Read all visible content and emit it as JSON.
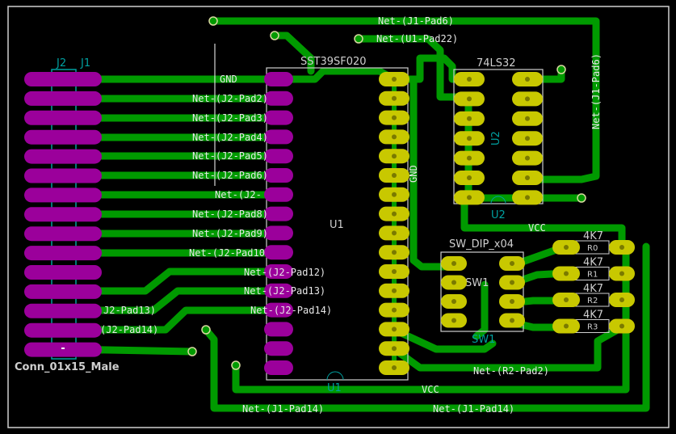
{
  "board": {
    "edge_color": "#d0d0d0",
    "background": "#000000"
  },
  "colors": {
    "trace": "#009a00",
    "pad_front": "#c8c800",
    "pad_back": "#9b009b",
    "silk_front": "#cfcfcf",
    "silk_back": "#00a0a0",
    "net_text": "#e8e8e8"
  },
  "components": {
    "j1": {
      "ref": "J1",
      "ref_back": "J2",
      "value": "Conn_01x15_Male"
    },
    "u1": {
      "value": "SST39SF020",
      "ref": "U1",
      "ref_silk": "U1"
    },
    "u2": {
      "value": "74LS32",
      "ref": "U2",
      "ref_silk": "U2"
    },
    "sw1": {
      "value": "SW_DIP_x04",
      "ref": "SW1",
      "ref_silk": "SW1"
    },
    "resistors": [
      {
        "ref": "R0",
        "value": "4K7"
      },
      {
        "ref": "R1",
        "value": "4K7"
      },
      {
        "ref": "R2",
        "value": "4K7"
      },
      {
        "ref": "R3",
        "value": "4K7"
      }
    ]
  },
  "net_labels": {
    "gnd": "GND",
    "pad2": "Net-(J2-Pad2)",
    "pad3": "Net-(J2-Pad3)",
    "pad4": "Net-(J2-Pad4)",
    "pad5": "Net-(J2-Pad5)",
    "pad6": "Net-(J2-Pad6)",
    "pad7": "Net-(J2-",
    "pad8": "Net-(J2-Pad8)",
    "pad9": "Net-(J2-Pad9)",
    "pad10": "Net-(J2-Pad10",
    "pad12": "Net-(J2-Pad12)",
    "pad13a": "Net-(J2-Pad13)",
    "pad14a": "Net-(J2-Pad14)",
    "pad13b": "J2-Pad13)",
    "pad14b": "(J2-Pad14)",
    "j1pad6_top": "Net-(J1-Pad6)",
    "j1pad6_side": "Net-(J1-Pad6)",
    "u1pad22": "Net-(U1-Pad22)",
    "gnd_vert": "GND",
    "vcc_mid": "VCC",
    "vcc_bottom": "VCC",
    "r2pad2": "Net-(R2-Pad2)",
    "j1pad14_left": "Net-(J1-Pad14)",
    "j1pad14_right": "Net-(J1-Pad14)"
  }
}
